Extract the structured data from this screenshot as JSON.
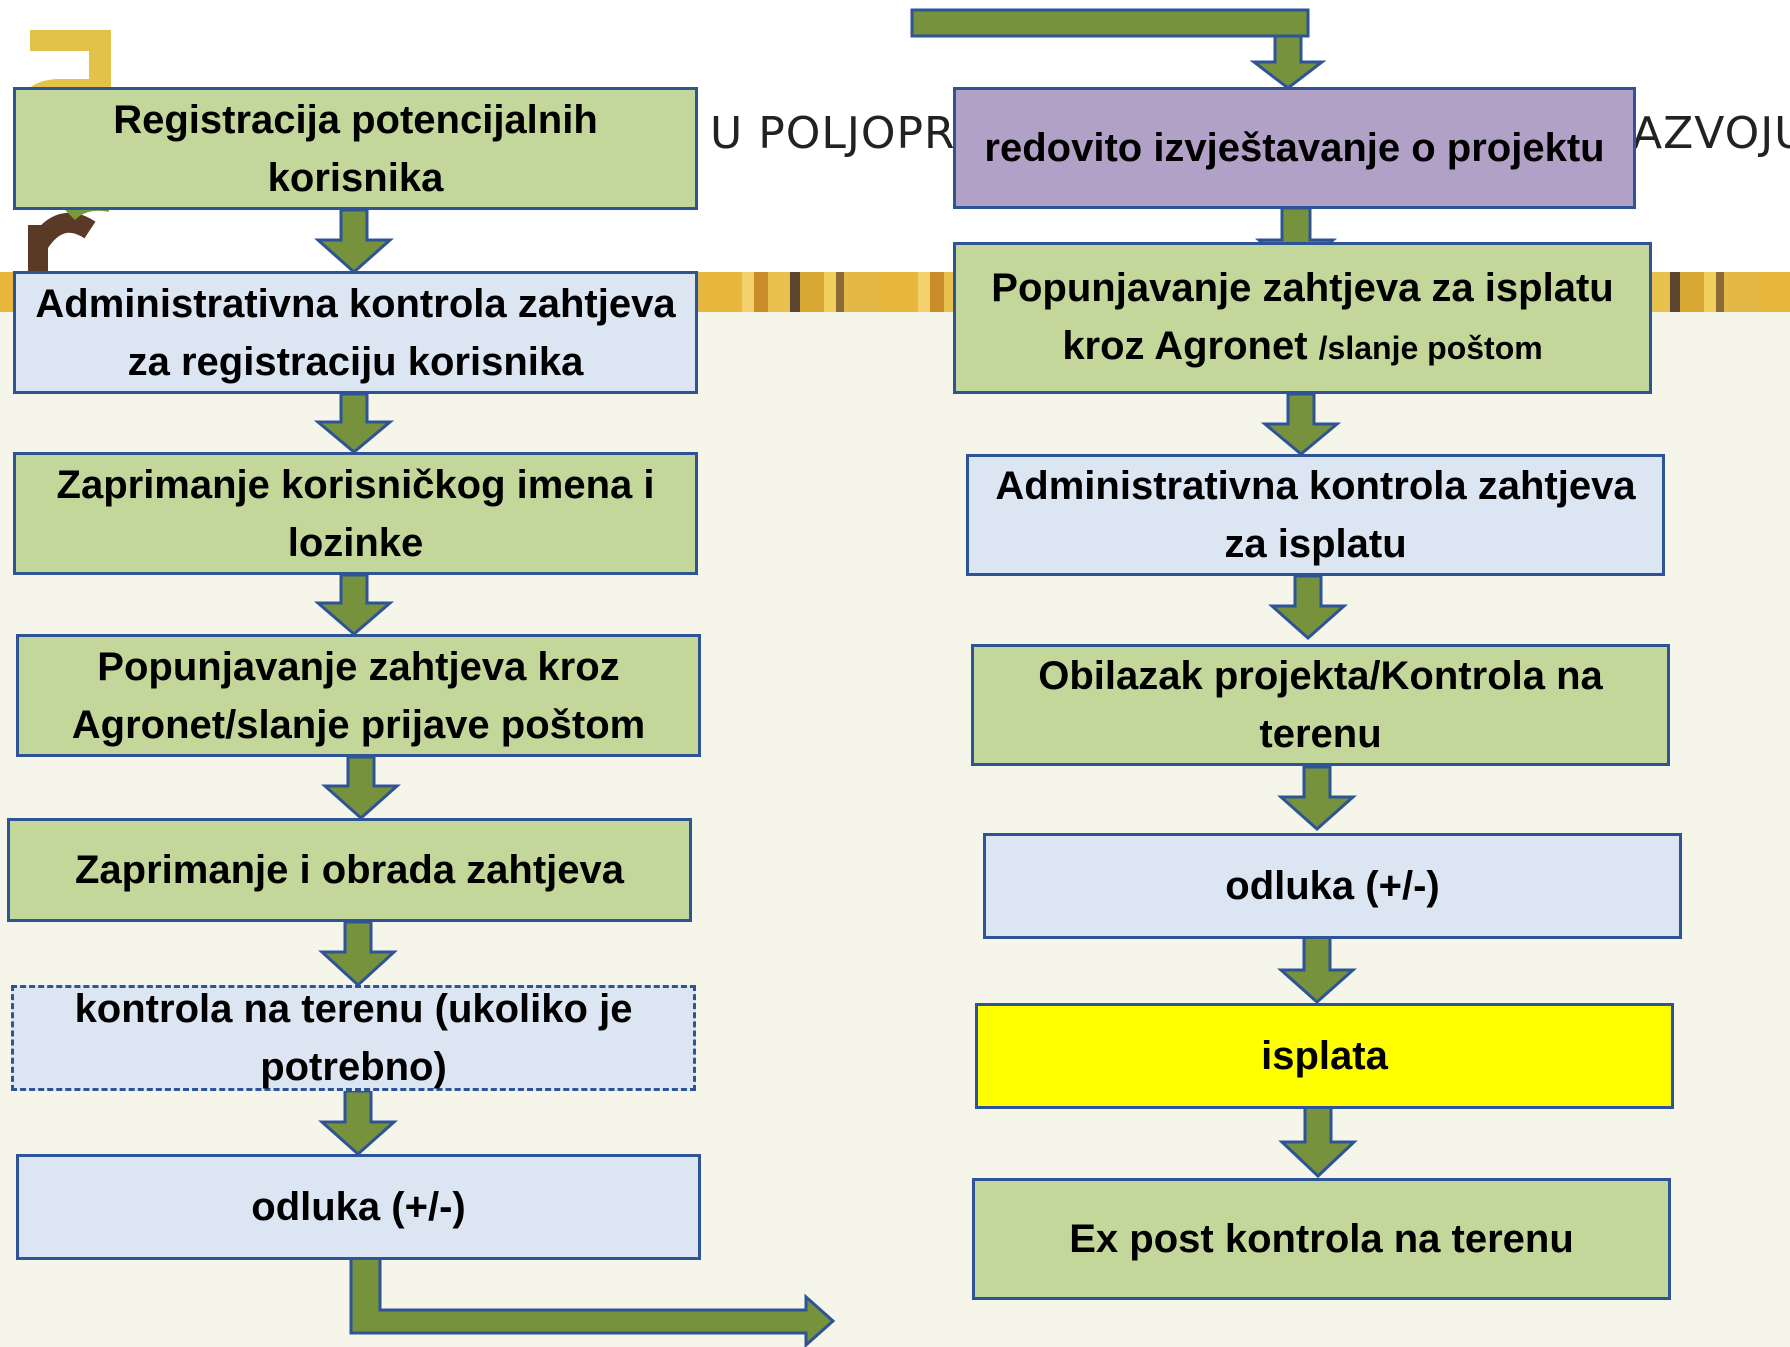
{
  "header": {
    "text_left_fragment": "U POLJOPRIV",
    "text_right_fragment": "AZVOJU"
  },
  "colors": {
    "green_box": "#c4d79b",
    "blue_box": "#dce6f2",
    "purple_box": "#b2a1c7",
    "yellow_box": "#ffff00",
    "arrow": "#76923c",
    "border": "#2f5496"
  },
  "left_column": [
    {
      "text": "Registracija potencijalnih korisnika"
    },
    {
      "text": "Administrativna kontrola zahtjeva za registraciju korisnika"
    },
    {
      "text": "Zaprimanje korisničkog imena i lozinke"
    },
    {
      "text": "Popunjavanje zahtjeva kroz Agronet/slanje prijave poštom"
    },
    {
      "text": "Zaprimanje i obrada zahtjeva"
    },
    {
      "text": "kontrola na terenu (ukoliko je potrebno)"
    },
    {
      "text": "odluka (+/-)"
    }
  ],
  "right_column": [
    {
      "text": "redovito izvještavanje o projektu"
    },
    {
      "text": "Popunjavanje zahtjeva za isplatu kroz Agronet",
      "small_text": "/slanje poštom"
    },
    {
      "text": "Administrativna kontrola zahtjeva za isplatu"
    },
    {
      "text": "Obilazak projekta/Kontrola na terenu"
    },
    {
      "text": "odluka (+/-)"
    },
    {
      "text": "isplata"
    },
    {
      "text": "Ex post kontrola na terenu"
    }
  ]
}
